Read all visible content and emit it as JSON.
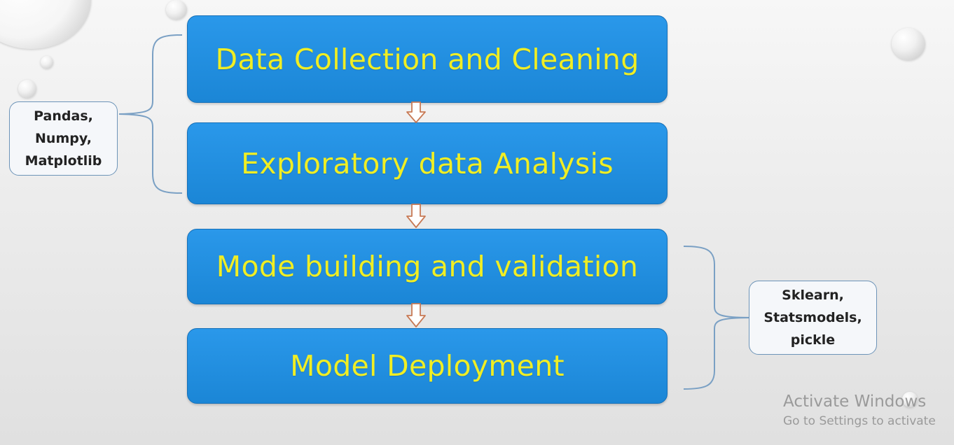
{
  "diagram": {
    "steps": [
      "Data Collection and Cleaning",
      "Exploratory data Analysis",
      "Mode building and validation",
      "Model Deployment"
    ],
    "left_tools": [
      "Pandas,",
      "Numpy,",
      "Matplotlib"
    ],
    "right_tools": [
      "Sklearn,",
      "Statsmodels,",
      "pickle"
    ]
  },
  "watermark": {
    "title": "Activate Windows",
    "subtitle": "Go to Settings to activate"
  },
  "colors": {
    "step_fill": "#1b86d6",
    "step_text": "#f0ee24",
    "arrow": "#c87a55",
    "bracket": "#7aa0c4",
    "tool_border": "#6d94b8"
  },
  "icons": {
    "down_arrow": "down-arrow-icon",
    "bracket": "curly-brace-icon"
  }
}
